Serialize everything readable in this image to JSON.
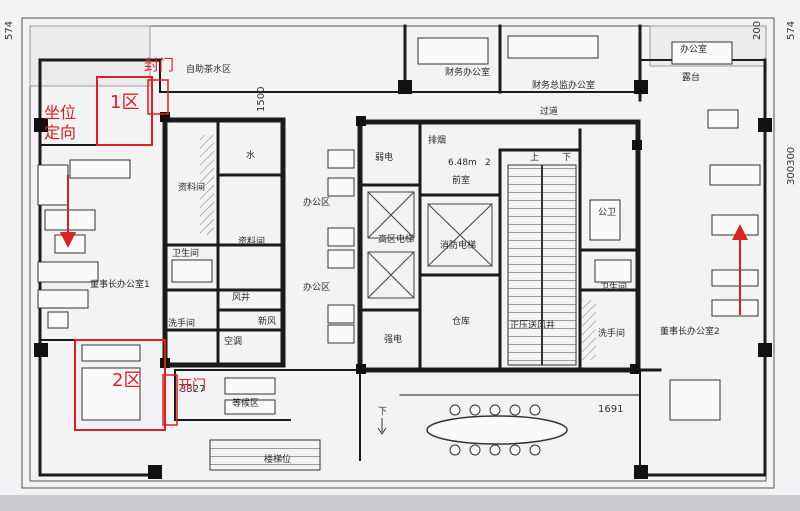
{
  "plan": {
    "rooms": {
      "office": "办公室",
      "finance_office": "财务办公室",
      "finance_director": "财务总监办公室",
      "corridor": "过道",
      "tea_water_area": "自助茶水区",
      "water": "水",
      "archive_1": "资料间",
      "archive_2": "资料间",
      "weak_current": "弱电",
      "smoke_exhaust": "排烟",
      "anteroom": "前室",
      "high_zone_elevator": "高区电梯",
      "fire_elevator": "消防电梯",
      "public_toilet": "公卫",
      "office_area_1": "办公区",
      "office_area_2": "办公区",
      "chairman_office_1": "董事长办公室1",
      "chairman_office_2": "董事长办公室2",
      "toilet_1": "卫生间",
      "toilet_2": "卫生间",
      "washroom_1": "洗手间",
      "washroom_2": "洗手间",
      "wind_shaft": "风井",
      "fresh_air": "新风",
      "air_conditioning": "空调",
      "strong_current": "强电",
      "storage": "仓库",
      "pressurized_shaft": "正压送风井",
      "waiting_area": "等候区",
      "stair_zone": "楼梯位",
      "terrace": "露台"
    },
    "markers": {
      "elevation": "6.48m",
      "number_2": "2",
      "stair_up": "上",
      "stair_down": "下",
      "arrow_down": "下"
    },
    "dimensions": {
      "d1500": "1500",
      "d1691": "1691",
      "d3327": "3327",
      "d300300": "300300",
      "d200": "200",
      "d574a": "574",
      "d574b": "574"
    },
    "annotations": {
      "zone1": "1区",
      "zone2": "2区",
      "seal_door": "封门",
      "open_door": "开门",
      "seat_orientation_1": "坐位",
      "seat_orientation_2": "定向"
    },
    "colors": {
      "paper": "#f3f3f5",
      "wall": "#1b1b1b",
      "annotation": "#e02020"
    }
  }
}
